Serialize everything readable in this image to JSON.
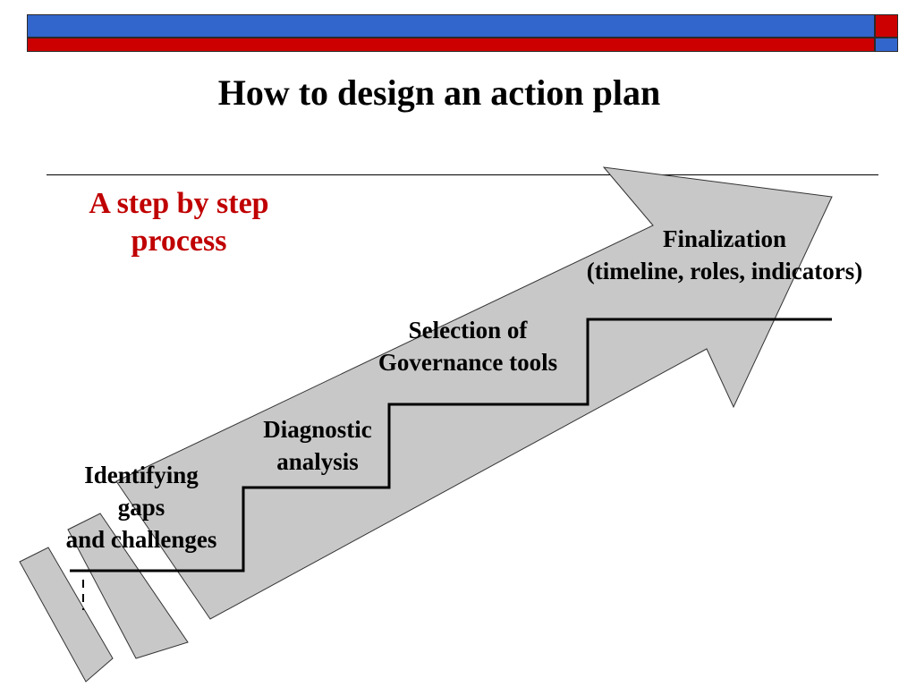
{
  "header": {
    "title": "How to design an action plan",
    "subtitle_line1": "A step by step",
    "subtitle_line2": "process",
    "colors": {
      "bar_blue": "#3366cc",
      "bar_red": "#cc0000",
      "subtitle": "#c00000",
      "arrow_fill": "#c8c8c8",
      "arrow_stroke": "#333333"
    }
  },
  "steps": [
    {
      "lines": [
        "Identifying",
        "gaps",
        "and challenges"
      ]
    },
    {
      "lines": [
        "Diagnostic",
        "analysis"
      ]
    },
    {
      "lines": [
        "Selection of",
        "Governance tools"
      ]
    },
    {
      "lines": [
        "Finalization",
        "(timeline, roles, indicators)"
      ]
    }
  ]
}
